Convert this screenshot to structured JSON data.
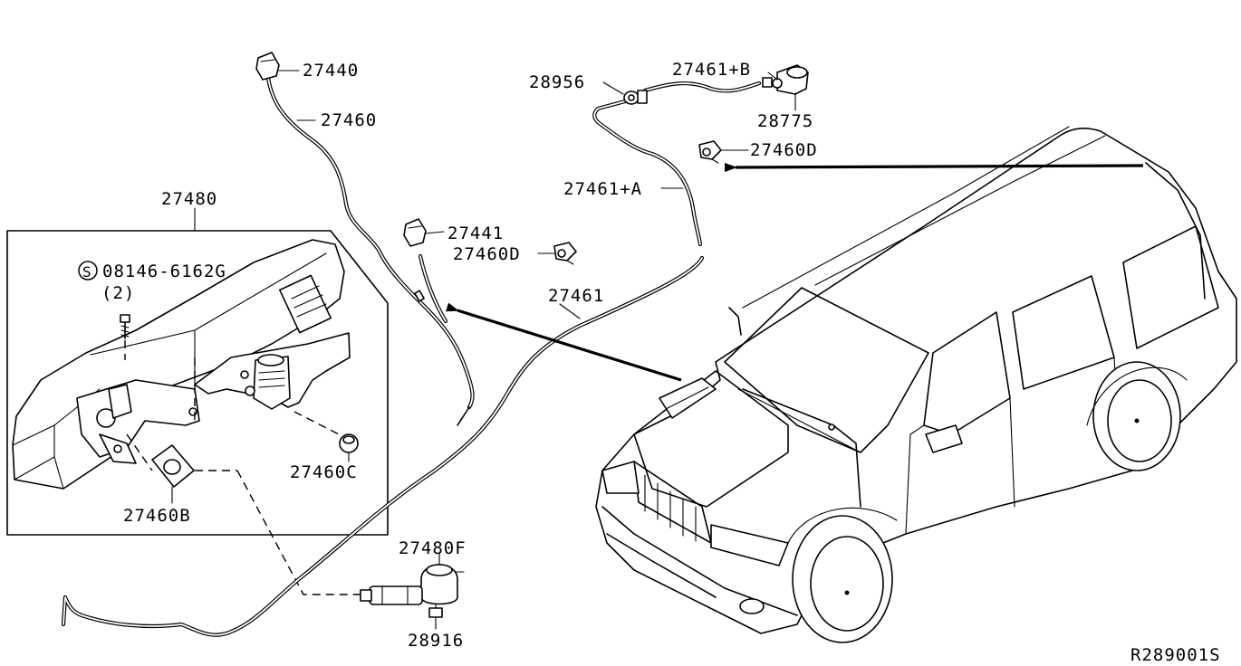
{
  "diagram": {
    "reference_code": "R289001S",
    "group_box": {
      "number": "27480"
    },
    "bolt_symbol": "S",
    "labels": {
      "nozzle_driver": "27440",
      "hose_front_left": "27460",
      "nozzle_passenger": "27441",
      "clip_hose_center": "27460D",
      "clip_rear": "27460D",
      "rear_hose_a": "27461+A",
      "rear_hose_b": "27461+B",
      "rear_hose_main": "27461",
      "connector": "28956",
      "rear_nozzle": "28775",
      "bolt": "08146-6162G",
      "bolt_qty": "(2)",
      "grommet_c": "27460C",
      "grommet_b": "27460B",
      "filter": "27480F",
      "check_valve": "28916"
    }
  }
}
